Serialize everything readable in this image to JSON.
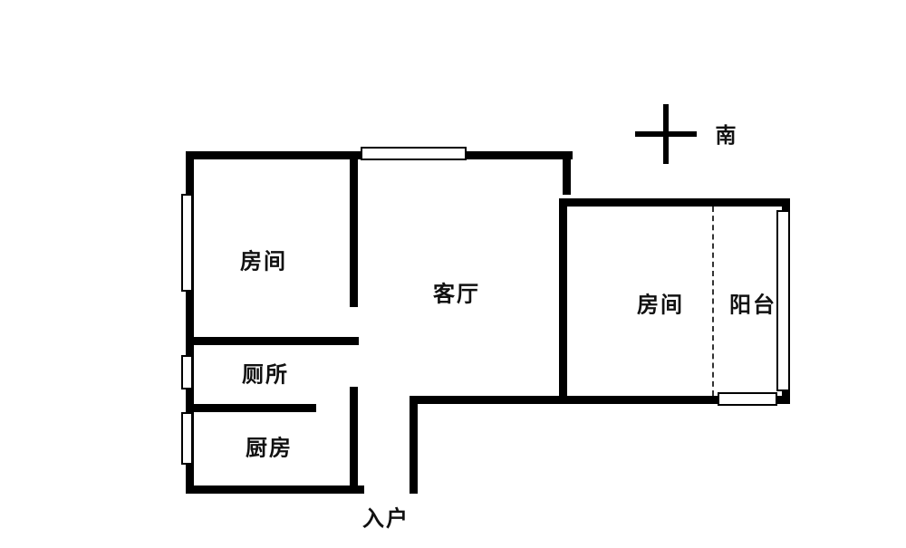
{
  "page": {
    "background_color": "#ffffff",
    "wall_color": "#000000"
  },
  "compass": {
    "south_label": "南"
  },
  "rooms": {
    "bedroom_left": "房间",
    "living_room": "客厅",
    "toilet": "厕所",
    "kitchen": "厨房",
    "bedroom_right": "房间",
    "balcony": "阳台",
    "entry": "入户"
  }
}
